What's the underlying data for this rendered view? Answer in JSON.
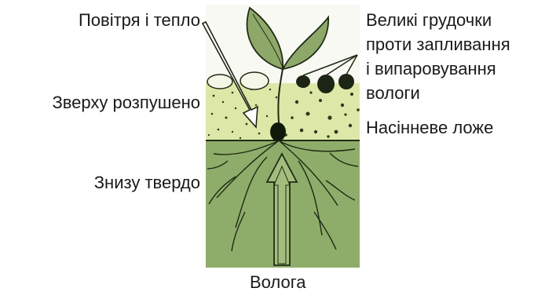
{
  "labels": {
    "air_heat": "Повітря і тепло",
    "top_loose": "Зверху розпушено",
    "bottom_firm": "Знизу твердо",
    "moisture": "Волога",
    "big_clods": [
      "Великі грудочки",
      "проти запливання",
      "і випаровування",
      "вологи"
    ],
    "seedbed": "Насінневе ложе"
  },
  "colors": {
    "upper_soil": "#dde8a8",
    "lower_soil": "#8fad6a",
    "sky": "#f7f9f2",
    "plant": "#8ea86a",
    "outline": "#1f2a14"
  }
}
